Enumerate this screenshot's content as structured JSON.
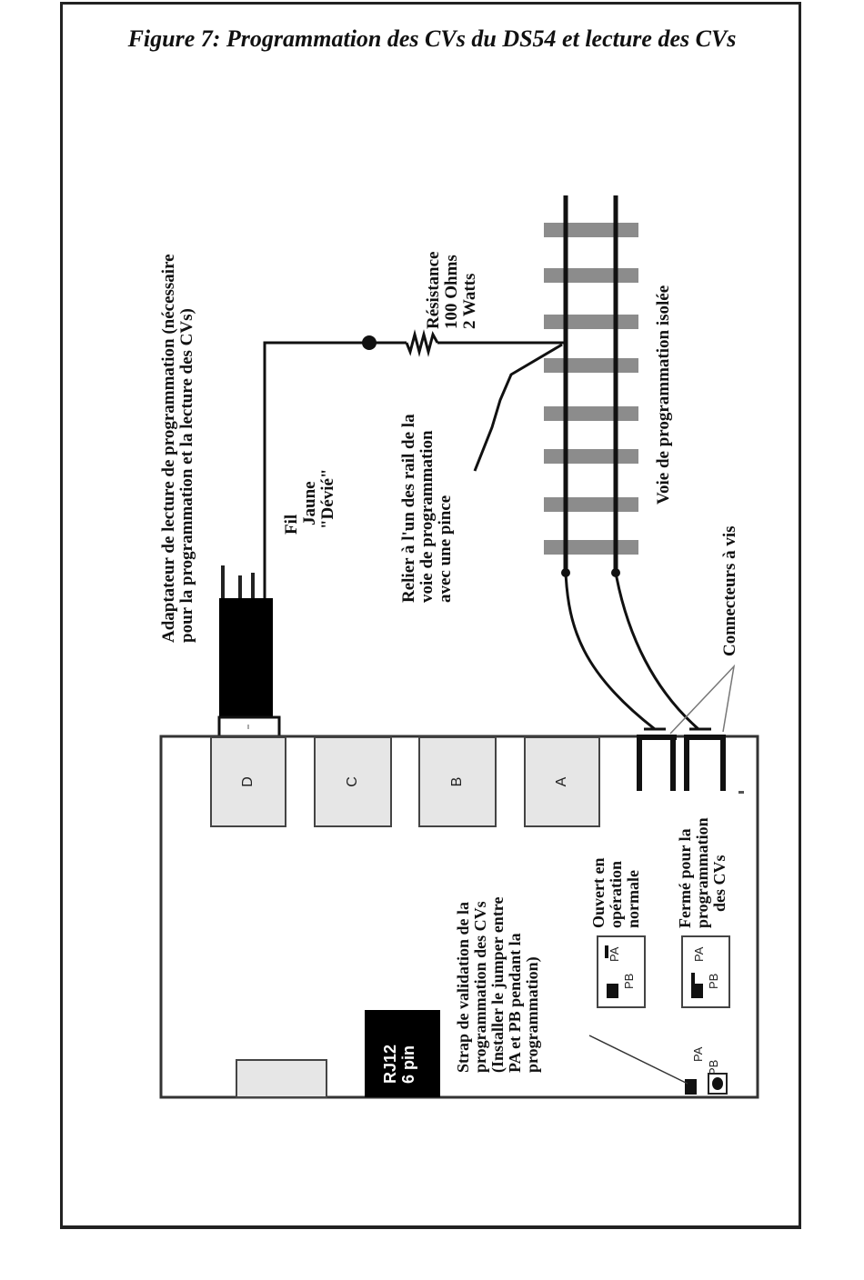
{
  "figure": {
    "title": "Figure 7: Programmation des CVs du DS54 et lecture des CVs"
  },
  "labels": {
    "adapter": [
      "Adaptateur de lecture de programmation (nécessaire",
      "pour la programmation et la lecture des CVs)"
    ],
    "wire": [
      "Fil",
      "Jaune",
      "\"Dévié\""
    ],
    "resistor": [
      "Résistance",
      "100 Ohms",
      "2 Watts"
    ],
    "clip": [
      "Relier à l'un des rail de la",
      "voie de programmation",
      "avec une pince"
    ],
    "track": "Voie de programmation isolée",
    "screw_terminals": "Connecteurs à vis",
    "strap": [
      "Strap de validation de la",
      "programmation des CVs",
      "(Installer le jumper entre",
      "PA et PB pendant la",
      "programmation)"
    ],
    "open_state": [
      "Ouvert en",
      "opération",
      "normale"
    ],
    "closed_state": [
      "Fermé pour la",
      "programmation",
      "des CVs"
    ]
  },
  "board": {
    "ports": [
      "D",
      "C",
      "B",
      "A"
    ],
    "rj12": [
      "RJ12",
      "6 pin"
    ],
    "jumper_pins": [
      "PA",
      "PB"
    ]
  },
  "colors": {
    "line": "#111111",
    "tie": "#8c8c8c",
    "port_fill": "#e6e6e6",
    "board_border": "#333333"
  }
}
